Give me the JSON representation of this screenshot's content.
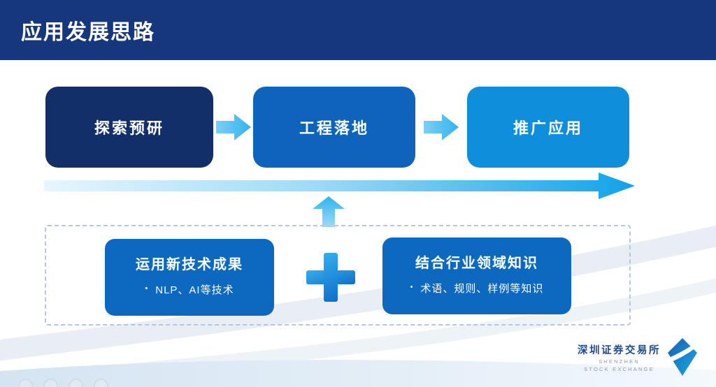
{
  "slide": {
    "title": "应用发展思路"
  },
  "flow": {
    "steps": [
      {
        "label": "探索预研"
      },
      {
        "label": "工程落地"
      },
      {
        "label": "推广应用"
      }
    ]
  },
  "foundation": {
    "left": {
      "title": "运用新技术成果",
      "marker": "•",
      "text": "NLP、AI等技术"
    },
    "right": {
      "title": "结合行业领域知识",
      "marker": "•",
      "text": "术语、规则、样例等知识"
    }
  },
  "footer_logo": {
    "cn": "深圳证券交易所",
    "en_line1": "SHENZHEN",
    "en_line2": "STOCK EXCHANGE"
  },
  "icons": {
    "flow_connector": "block-arrow-right",
    "baseline_arrow": "block-arrow-right-long",
    "support_arrow": "block-arrow-up",
    "combine": "plus-sign",
    "logo_mark": "szse-diamond-mark"
  },
  "colors": {
    "header_bar": "#17377d",
    "step_explore": "#122f6a",
    "step_engineering": "#0d64ba",
    "step_promotion": "#0e8edb",
    "connector_arrow": "#4fc2f1",
    "long_arrow_start": "#e3f4fd",
    "long_arrow_end": "#14a3e9",
    "foundation_box": "#0d68c0",
    "plus_sign": "#1b8fe0",
    "dashed_border": "#b7c6d9",
    "logo_text_cn": "#1d4b8f",
    "logo_text_en": "#8a99ad"
  }
}
